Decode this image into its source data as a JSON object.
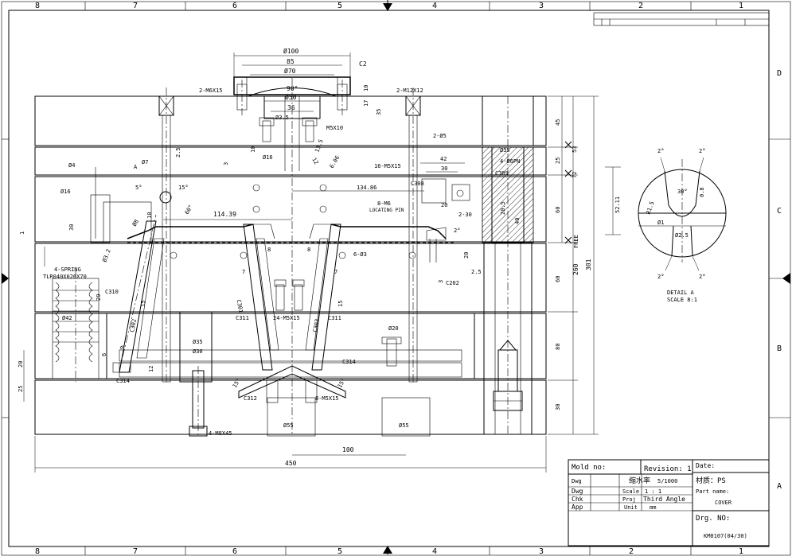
{
  "zones": {
    "columns": [
      "8",
      "7",
      "6",
      "5",
      "4",
      "3",
      "2",
      "1"
    ],
    "rows": [
      "D",
      "C",
      "B",
      "A"
    ]
  },
  "dimensions": {
    "d100": "Ø100",
    "d85": "85",
    "d70": "Ø70",
    "d90deg": "90°",
    "d50": "Ø50",
    "d36": "36",
    "c2": "C2",
    "d10": "10",
    "d17": "17",
    "d35": "35",
    "d3_5": "Ø3.5",
    "m6x15": "2-M6X15",
    "m12x12": "2-M12X12",
    "m5x10": "M5X10",
    "d10b": "10",
    "d16": "Ø16",
    "d12": "12",
    "d13_5": "13.5",
    "d6_06": "6.06",
    "d2_05": "2-Ø5",
    "d42": "42",
    "d30": "30",
    "m5x15_16": "16-M5X15",
    "d_35": "Ø35",
    "d4_6pn": "4-Ø6PN",
    "c309": "C309",
    "c308": "C308",
    "d134_86": "134.86",
    "m6_8": "8-M6",
    "loc_pin": "LOCATING PIN",
    "d20": "20",
    "d20_5": "20.5",
    "d40": "40",
    "d2_30": "2-30",
    "d2deg": "2°",
    "d2_5": "2.5",
    "c202": "C202",
    "d20b": "20",
    "d3": "3",
    "d114_39": "114.39",
    "d2_5b": "2.5",
    "d4": "Ø4",
    "d7": "Ø7",
    "d16b": "Ø16",
    "d30b": "30",
    "d1": "1",
    "a": "A",
    "d5deg": "5°",
    "d15deg": "15°",
    "d60deg": "60°",
    "d10c": "10",
    "d3b": "3",
    "d3_2": "Ø3.2",
    "d8": "Ø8",
    "spring": "4-SPRING",
    "spring_spec": "TLR040X026X70",
    "c310": "C310",
    "d29": "29",
    "d15": "15",
    "d42b": "Ø42",
    "c302": "C302",
    "d6": "6",
    "d6b": "6",
    "c314a": "C314",
    "d12b": "12",
    "d20c": "20",
    "d25": "25",
    "d35a": "Ø35",
    "d30c": "Ø30",
    "m8x45": "4-M8X45",
    "c311a": "C311",
    "c301": "C301",
    "m5x15_24": "24-M5X15",
    "c303": "C303",
    "c311b": "C311",
    "d7a": "7",
    "d7b": "7",
    "d15b": "15",
    "d6_03": "6-Ø3",
    "d8a": "8",
    "d8b": "8",
    "d20d": "Ø20",
    "c314b": "C314",
    "c312": "C312",
    "m5x15_8": "8-M5X15",
    "d15c": "15°",
    "d15d": "15°",
    "d100b": "100",
    "d55a": "Ø55",
    "d55b": "Ø55",
    "d450": "450",
    "d45": "45",
    "d53": "53",
    "d25b": "25",
    "d72": "72",
    "d60": "60",
    "d60b": "60",
    "d80": "80",
    "d30d": "30",
    "d260": "260",
    "d301": "301",
    "free": "FREE",
    "d52_11": "52.11",
    "det_2a": "2°",
    "det_2b": "2°",
    "det_30": "30°",
    "det_r1_5": "R1.5",
    "det_0_8": "0.8",
    "det_d1": "Ø1",
    "det_d2_5": "Ø2.5",
    "det_2c": "2°",
    "det_2d": "2°",
    "detail_title": "DETAIL A",
    "detail_scale": "SCALE 8:1"
  },
  "title_block": {
    "mold_no_label": "Mold no:",
    "revision": "Revision: 1",
    "date_label": "Date:",
    "rows": [
      {
        "c1": "Dwg",
        "c2": "",
        "c3": "缩水率",
        "c4": "5/1000"
      },
      {
        "c1": "Dwg",
        "c2": "",
        "c3": "Scale",
        "c4": "1 : 1"
      },
      {
        "c1": "Chk",
        "c2": "",
        "c3": "Proj",
        "c4": "Third Angle"
      },
      {
        "c1": "App",
        "c2": "",
        "c3": "Unit",
        "c4": "mm"
      }
    ],
    "material": "材质：PS",
    "part_name_label": "Part name:",
    "part_name": "COVER",
    "drg_no_label": "Drg. NO:",
    "drg_no": "KM0107(04/30)"
  }
}
